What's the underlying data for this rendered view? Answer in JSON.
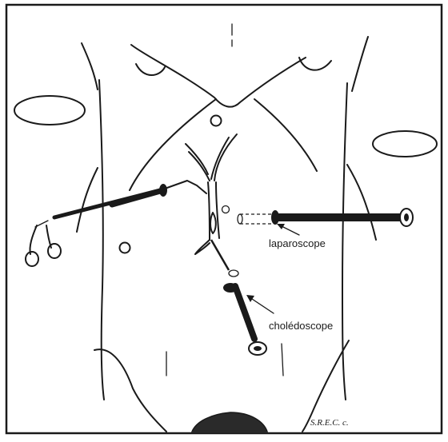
{
  "figure": {
    "labels": {
      "laparoscope": "laparoscope",
      "choledoscope": "cholédoscope"
    },
    "credit": "S.R.E.C. c."
  }
}
